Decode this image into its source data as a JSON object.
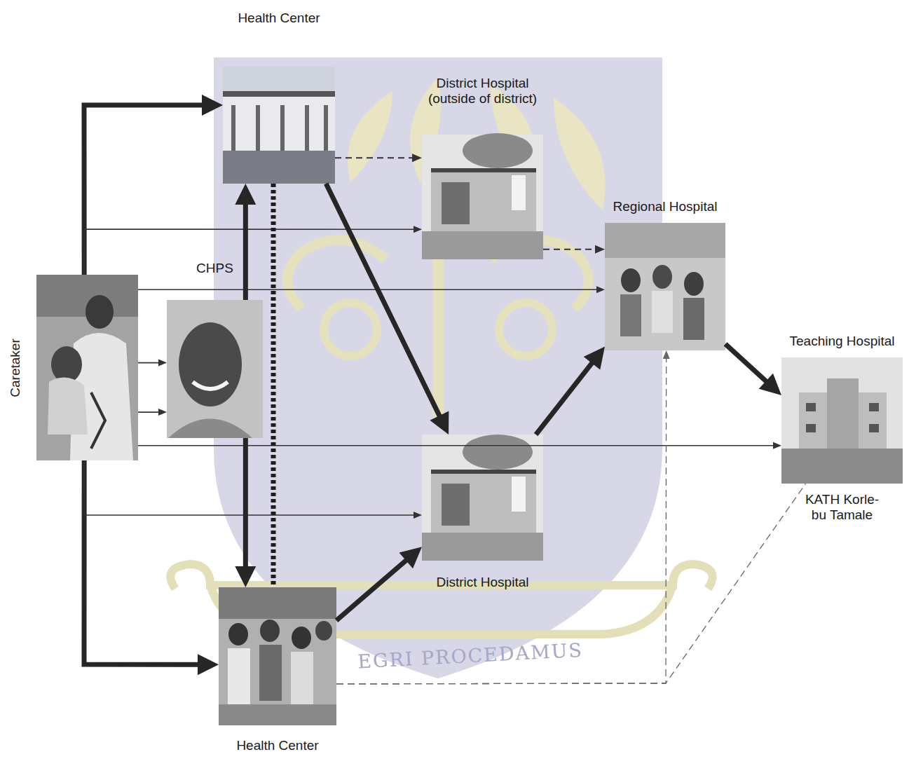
{
  "diagram": {
    "nodes": [
      {
        "text": [
          "Caretaker"
        ]
      },
      {
        "text": [
          "Health Center"
        ]
      },
      {
        "text": [
          "District Hospital (outside of district)"
        ]
      },
      {
        "text": [
          "CHPS"
        ]
      },
      {
        "text": [
          "Regional Hospital"
        ]
      },
      {
        "text": [
          "Teaching Hospital",
          "KATH Korle-bu Tamale"
        ]
      },
      {
        "text": [
          "District Hospital"
        ]
      },
      {
        "text": [
          "Health Center"
        ]
      }
    ],
    "edges": [
      {
        "from": 0,
        "to": 1,
        "arrow": "to"
      },
      {
        "from": 0,
        "to": 7,
        "arrow": "to"
      },
      {
        "from": 0,
        "to": 2,
        "arrow": "to"
      },
      {
        "from": 0,
        "to": 4,
        "arrow": "to"
      },
      {
        "from": 0,
        "to": 3,
        "arrow": "to"
      },
      {
        "from": 0,
        "to": 3,
        "arrow": "to"
      },
      {
        "from": 0,
        "to": 5,
        "arrow": "to"
      },
      {
        "from": 0,
        "to": 6,
        "arrow": "to"
      },
      {
        "from": 1,
        "to": 2,
        "arrow": "to"
      },
      {
        "from": 2,
        "to": 4,
        "arrow": "to"
      },
      {
        "from": 1,
        "to": 6,
        "arrow": "to"
      },
      {
        "from": 3,
        "to": 1,
        "arrow": "to"
      },
      {
        "from": 3,
        "to": 7,
        "arrow": "to"
      },
      {
        "from": 1,
        "to": 7,
        "arrow": "none"
      },
      {
        "from": 7,
        "to": 6,
        "arrow": "to"
      },
      {
        "from": 6,
        "to": 4,
        "arrow": "to"
      },
      {
        "from": 4,
        "to": 5,
        "arrow": "to"
      },
      {
        "from": 7,
        "to": 4,
        "arrow": "to"
      },
      {
        "from": 7,
        "to": 5,
        "arrow": "none"
      }
    ],
    "labels": [
      "EGRI PROCEDAMUS"
    ]
  }
}
